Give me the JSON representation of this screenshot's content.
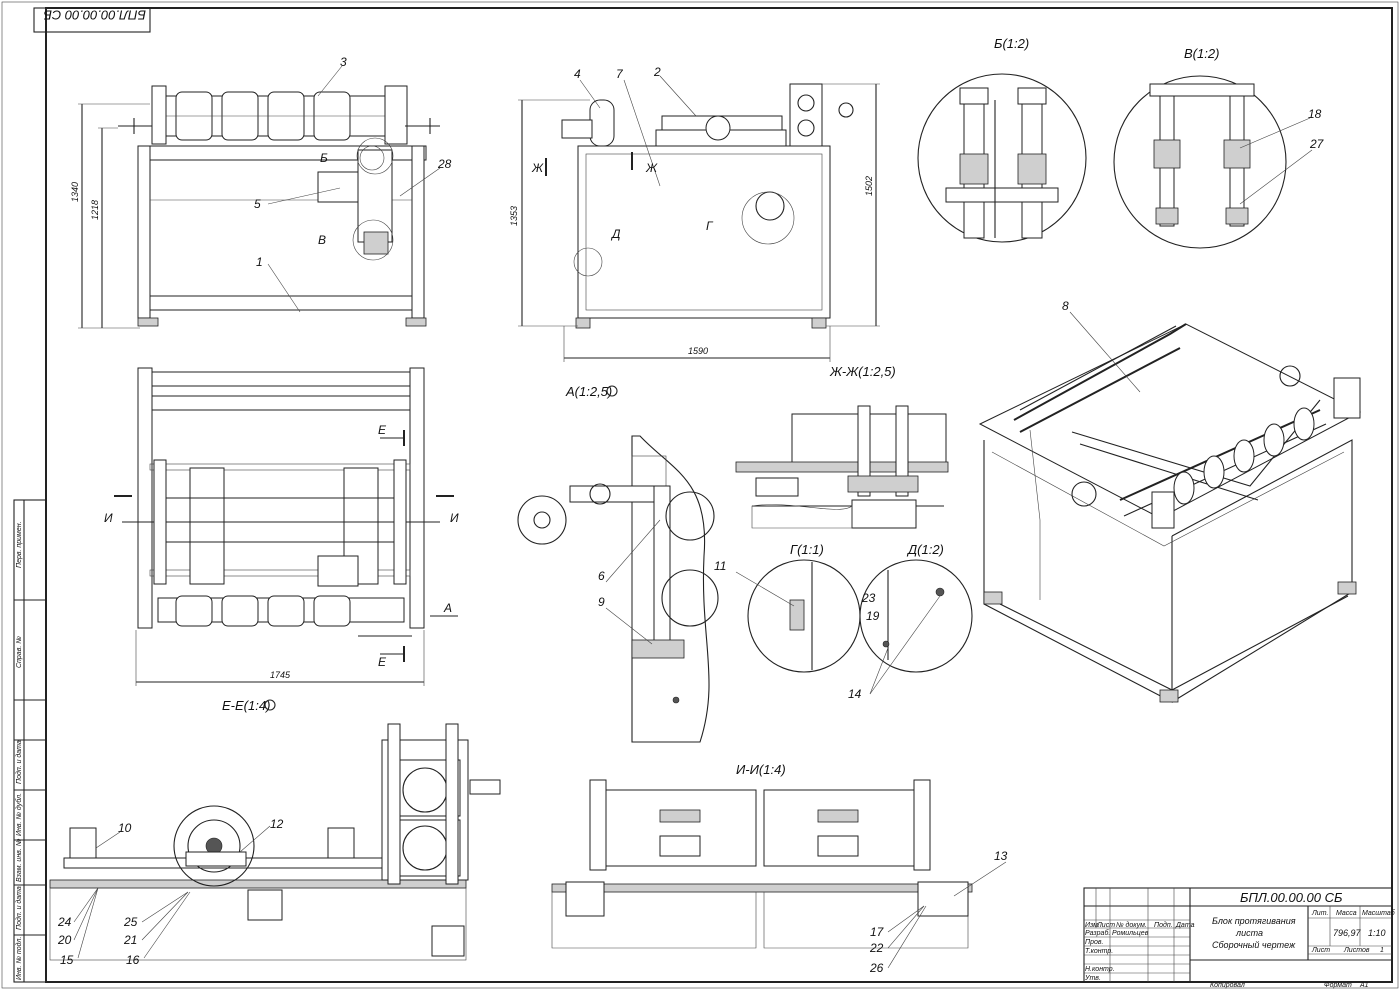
{
  "stamp_code": "БПЛ.00.00.00 СБ",
  "stamp_code_rot": "БПЛ.00.00.00 СБ",
  "views": {
    "b": "Б(1:2)",
    "v": "В(1:2)",
    "a": "А(1:2,5)",
    "zh": "Ж-Ж(1:2,5)",
    "g": "Г(1:1)",
    "d": "Д(1:2)",
    "e": "Е-Е(1:4)",
    "i": "И-И(1:4)"
  },
  "dimensions": {
    "h1340": "1340",
    "h1218": "1218",
    "h1353": "1353",
    "h1502": "1502",
    "w1590": "1590",
    "w1745": "1745"
  },
  "section_marks": {
    "zh": "Ж",
    "e": "Е",
    "i": "И",
    "a": "А",
    "b": "Б",
    "v": "В",
    "g": "Г",
    "d": "Д"
  },
  "positions": [
    "1",
    "2",
    "3",
    "4",
    "5",
    "6",
    "7",
    "8",
    "9",
    "10",
    "11",
    "12",
    "13",
    "14",
    "15",
    "16",
    "17",
    "18",
    "19",
    "20",
    "21",
    "22",
    "23",
    "24",
    "25",
    "26",
    "27",
    "28"
  ],
  "side_strip": [
    "Перв. примен.",
    "Справ. №",
    "Подп. и дата",
    "Инв. № дубл.",
    "Взам. инв. №",
    "Подп. и дата",
    "Инв. № подл."
  ],
  "title_block": {
    "designation": "БПЛ.00.00.00 СБ",
    "name_line1": "Блок протягивания",
    "name_line2": "листа",
    "name_line3": "Сборочный чертеж",
    "col_izm": "Изм.",
    "col_list": "Лист",
    "col_doc": "№ докум.",
    "col_sign": "Подп.",
    "col_date": "Дата",
    "row_razrab": "Разраб.",
    "row_prov": "Пров.",
    "row_tkontr": "Т.контр.",
    "row_nkontr": "Н.контр.",
    "row_utv": "Утв.",
    "author": "Ромильцев",
    "lit": "Лит.",
    "mass": "Масса",
    "scale": "Масштаб",
    "mass_val": "796,97",
    "scale_val": "1:10",
    "sheet": "Лист",
    "sheets": "Листов",
    "sheets_val": "1",
    "copied": "Копировал",
    "format": "Формат",
    "format_val": "А1"
  }
}
